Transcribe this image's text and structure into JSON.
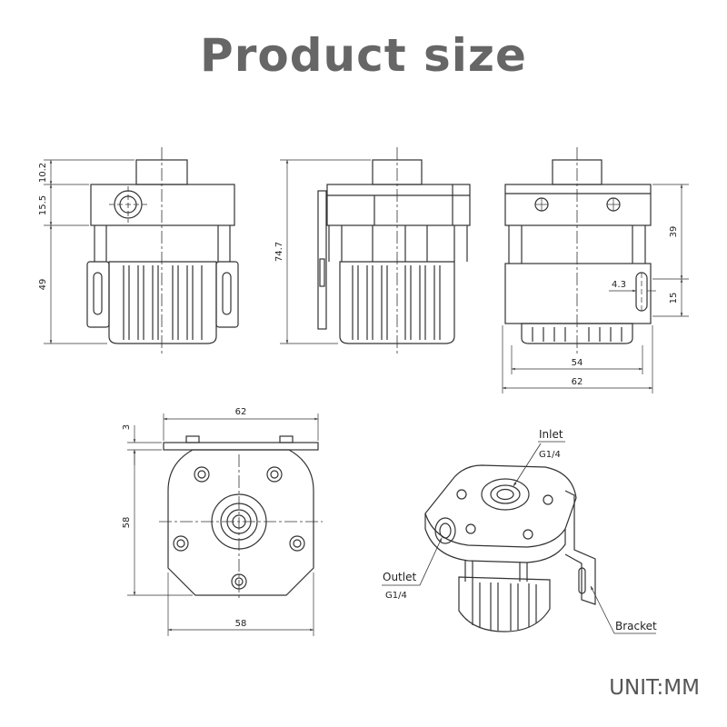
{
  "title": "Product size",
  "unit_label": "UNIT:MM",
  "front_view": {
    "dims": {
      "top": "10.2",
      "flange": "15.5",
      "body": "49"
    }
  },
  "side_view": {
    "dims": {
      "height": "74.7"
    }
  },
  "rear_view": {
    "dims": {
      "upper": "39",
      "slot": "15",
      "slot_width": "4.3",
      "inner_width": "54",
      "outer_width": "62"
    }
  },
  "bottom_view": {
    "dims": {
      "plate_width": "62",
      "plate_thickness": "3",
      "height": "58",
      "width": "58"
    }
  },
  "iso_view": {
    "inlet": {
      "name": "Inlet",
      "thread": "G1/4"
    },
    "outlet": {
      "name": "Outlet",
      "thread": "G1/4"
    },
    "bracket": "Bracket"
  },
  "colors": {
    "title": "#666666",
    "line": "#333333",
    "dim_line": "#444444"
  }
}
